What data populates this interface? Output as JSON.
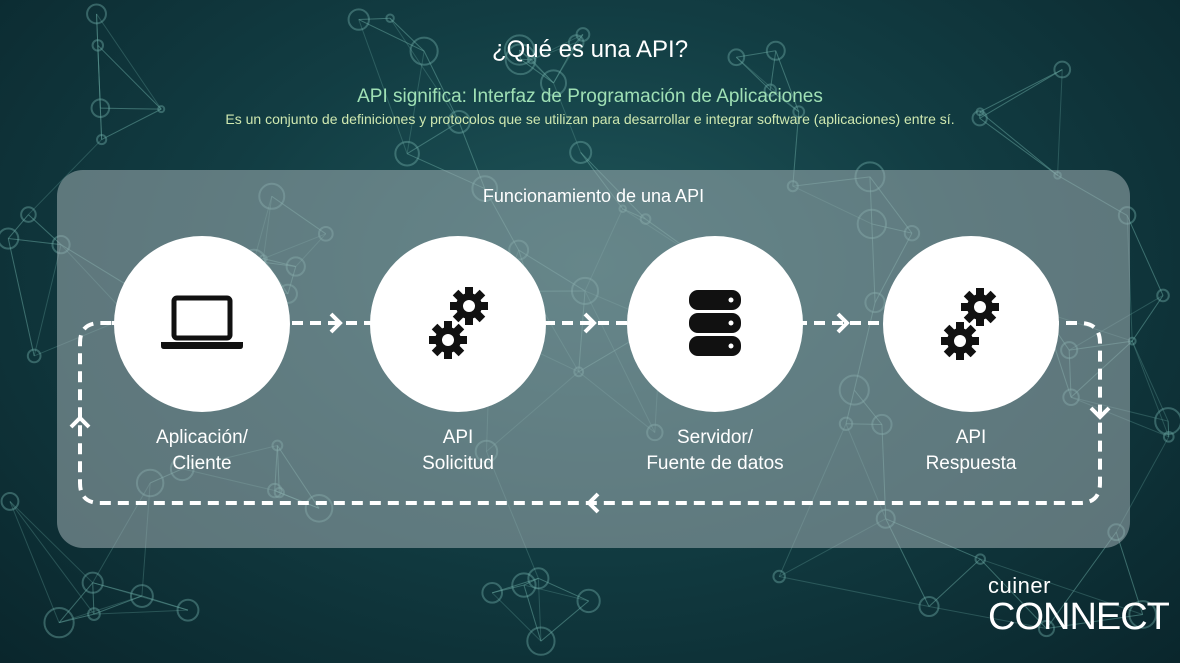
{
  "title": "¿Qué es una API?",
  "subtitle": "API significa: Interfaz de Programación de Aplicaciones",
  "description": "Es un conjunto de definiciones y protocolos que se utilizan para desarrollar e integrar software (aplicaciones) entre sí.",
  "panel_title": "Funcionamiento de una API",
  "nodes": [
    {
      "line1": "Aplicación/",
      "line2": "Cliente",
      "icon": "laptop-icon"
    },
    {
      "line1": "API",
      "line2": "Solicitud",
      "icon": "gears-icon"
    },
    {
      "line1": "Servidor/",
      "line2": "Fuente de datos",
      "icon": "database-icon"
    },
    {
      "line1": "API",
      "line2": "Respuesta",
      "icon": "gears-icon"
    }
  ],
  "brand": {
    "top": "cuiner",
    "bottom": "CONNECT"
  },
  "colors": {
    "background": "#123d43",
    "subtitle": "#9fe0b5",
    "description": "#cfe8b0",
    "icon": "#111111",
    "circle": "#ffffff"
  }
}
